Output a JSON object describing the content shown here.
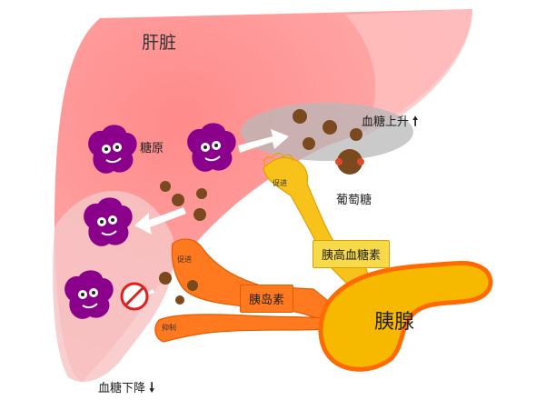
{
  "labels": {
    "liver": "肝脏",
    "glycogen": "糖原",
    "glucose": "葡萄糖",
    "blood_sugar_rise": "血糖上升",
    "blood_sugar_fall": "血糖下降",
    "pancreas": "胰腺",
    "glucagon": "胰高血糖素",
    "insulin": "胰岛素",
    "promote_1": "促进",
    "promote_2": "促进",
    "inhibit": "抑制"
  },
  "arrows": {
    "up": "🠕",
    "down": "🠗"
  },
  "colors": {
    "liver": "#ff8a8a",
    "glycogen": "#8b008b",
    "glucose": "#7a4a1e",
    "pancreas": "#f7b800",
    "insulin": "#ff6a00",
    "glucagon": "#f7d94a"
  }
}
